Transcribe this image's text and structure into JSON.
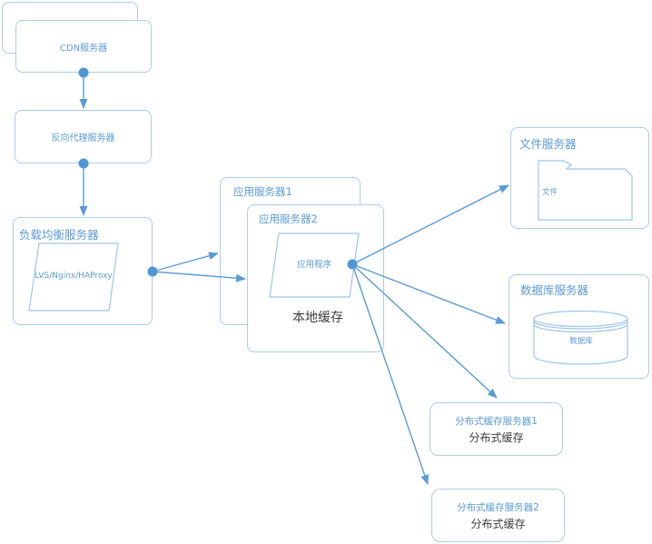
{
  "diagram": {
    "type": "architecture-flowchart",
    "colors": {
      "box_border": "#abcdec",
      "shape_border": "#9fc5e8",
      "connector": "#5b9bd5",
      "label_blue": "#5b9bd5",
      "label_dark": "#3d3d3d",
      "background": "#ffffff"
    },
    "nodes": {
      "cdn": {
        "label": "CDN服务器"
      },
      "reverse_proxy": {
        "label": "反向代理服务器"
      },
      "load_balancer": {
        "label": "负载均衡服务器",
        "software": "LVS/Nginx/HAProxy"
      },
      "app_server_1": {
        "label": "应用服务器1"
      },
      "app_server_2": {
        "label": "应用服务器2",
        "application": "应用程序",
        "cache_label": "本地缓存"
      },
      "file_server": {
        "label": "文件服务器",
        "folder_label": "文件"
      },
      "db_server": {
        "label": "数据库服务器",
        "db_label": "数据库"
      },
      "cache_server_1": {
        "label": "分布式缓存服务器1",
        "sublabel": "分布式缓存"
      },
      "cache_server_2": {
        "label": "分布式缓存服务器2",
        "sublabel": "分布式缓存"
      }
    },
    "edges": [
      {
        "from": "CDN服务器",
        "to": "反向代理服务器"
      },
      {
        "from": "反向代理服务器",
        "to": "负载均衡服务器"
      },
      {
        "from": "负载均衡服务器",
        "to": "应用服务器1"
      },
      {
        "from": "负载均衡服务器",
        "to": "应用服务器2"
      },
      {
        "from": "应用程序",
        "to": "文件服务器"
      },
      {
        "from": "应用程序",
        "to": "数据库服务器"
      },
      {
        "from": "应用程序",
        "to": "分布式缓存服务器1"
      },
      {
        "from": "应用程序",
        "to": "分布式缓存服务器2"
      }
    ]
  }
}
